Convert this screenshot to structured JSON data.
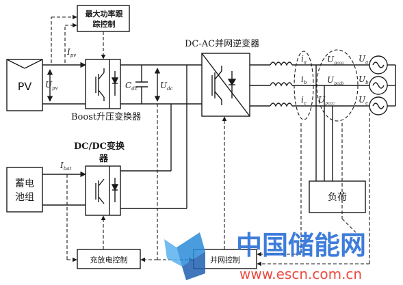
{
  "blocks": {
    "mppt": "最大功率跟踪控制",
    "mppt_l1": "最大功率跟",
    "mppt_l2": "踪控制",
    "pv": "PV",
    "boost": "Boost升压变换器",
    "dcac": "DC-AC并网逆变器",
    "dcdc_l1": "DC/DC变换",
    "dcdc_l2": "器",
    "battery_l1": "蓄电",
    "battery_l2": "池组",
    "load": "负荷",
    "charge_ctrl": "充放电控制",
    "grid_ctrl": "并网控制"
  },
  "signals": {
    "i_pv": "I",
    "i_pv_sub": "pv",
    "u_pv": "U",
    "u_pv_sub": "pv",
    "c_dc": "C",
    "c_dc_sub": "dc",
    "u_dc": "U",
    "u_dc_sub": "dc",
    "i_bat": "I",
    "i_bat_sub": "bat",
    "i_a": "i",
    "i_a_sub": "a",
    "i_b": "i",
    "i_b_sub": "b",
    "i_c": "i",
    "i_c_sub": "c",
    "u_pcca": "U",
    "u_pcca_sub": "pcca",
    "u_pccb": "U",
    "u_pccb_sub": "pccb",
    "u_pccc": "U",
    "u_pccc_sub": "pccc",
    "u_a": "U",
    "u_a_sub": "a",
    "u_b": "U",
    "u_b_sub": "b",
    "u_c": "U",
    "u_c_sub": "c"
  },
  "watermark": {
    "title": "中国储能网",
    "url": "www.escn.com.cn"
  },
  "colors": {
    "line": "#1a1a1a",
    "watermark_red": "#e8372c",
    "watermark_blue": "#2a6fd6"
  }
}
